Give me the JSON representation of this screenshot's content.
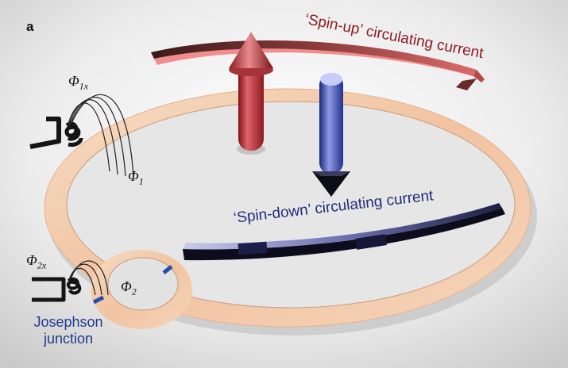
{
  "figure": {
    "panel_label": "a",
    "spin_up_label": "‘Spin-up’ circulating current",
    "spin_down_label": "‘Spin-down’ circulating current",
    "flux_1x": {
      "symbol": "Φ",
      "subscript": "1x"
    },
    "flux_1": {
      "symbol": "Φ",
      "subscript": "1"
    },
    "flux_2x": {
      "symbol": "Φ",
      "subscript": "2x"
    },
    "flux_2": {
      "symbol": "Φ",
      "subscript": "2"
    },
    "junction_label_line1": "Josephson",
    "junction_label_line2": "junction"
  },
  "colors": {
    "background": "#eeeeee",
    "ring": "#f3c8a8",
    "spin_up": "#c0343c",
    "spin_down": "#3344a8",
    "junction": "#2b4ea8",
    "label_up": "#8a1c22",
    "label_down": "#1f2d7a"
  },
  "icons": [
    "up-arrow-icon",
    "down-arrow-icon",
    "coil-icon"
  ]
}
